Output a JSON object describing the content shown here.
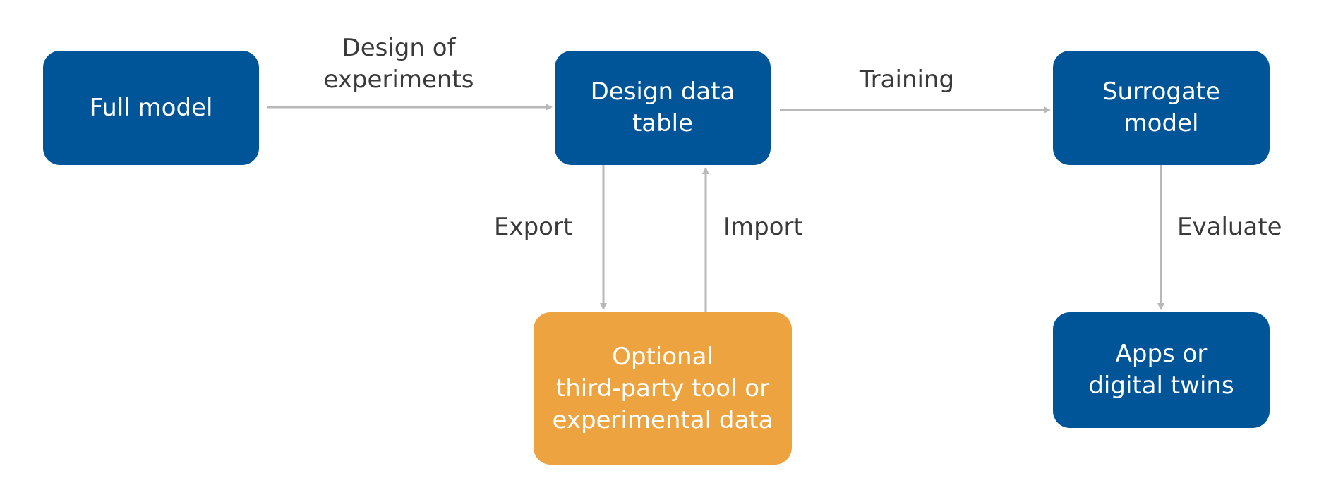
{
  "colors": {
    "node_blue": "#005599",
    "node_orange": "#eda33f",
    "arrow": "#b8b8b8",
    "label_text": "#3a3a3a"
  },
  "nodes": {
    "full_model": {
      "label": "Full model"
    },
    "design_table": {
      "label": "Design data\ntable"
    },
    "surrogate": {
      "label": "Surrogate\nmodel"
    },
    "apps": {
      "label": "Apps or\ndigital twins"
    },
    "optional": {
      "label": "Optional\nthird-party tool or\nexperimental data"
    }
  },
  "edges": {
    "design_of_experiments": {
      "label": "Design of\nexperiments",
      "from": "full_model",
      "to": "design_table"
    },
    "training": {
      "label": "Training",
      "from": "design_table",
      "to": "surrogate"
    },
    "export": {
      "label": "Export",
      "from": "design_table",
      "to": "optional"
    },
    "import": {
      "label": "Import",
      "from": "optional",
      "to": "design_table"
    },
    "evaluate": {
      "label": "Evaluate",
      "from": "surrogate",
      "to": "apps"
    }
  }
}
